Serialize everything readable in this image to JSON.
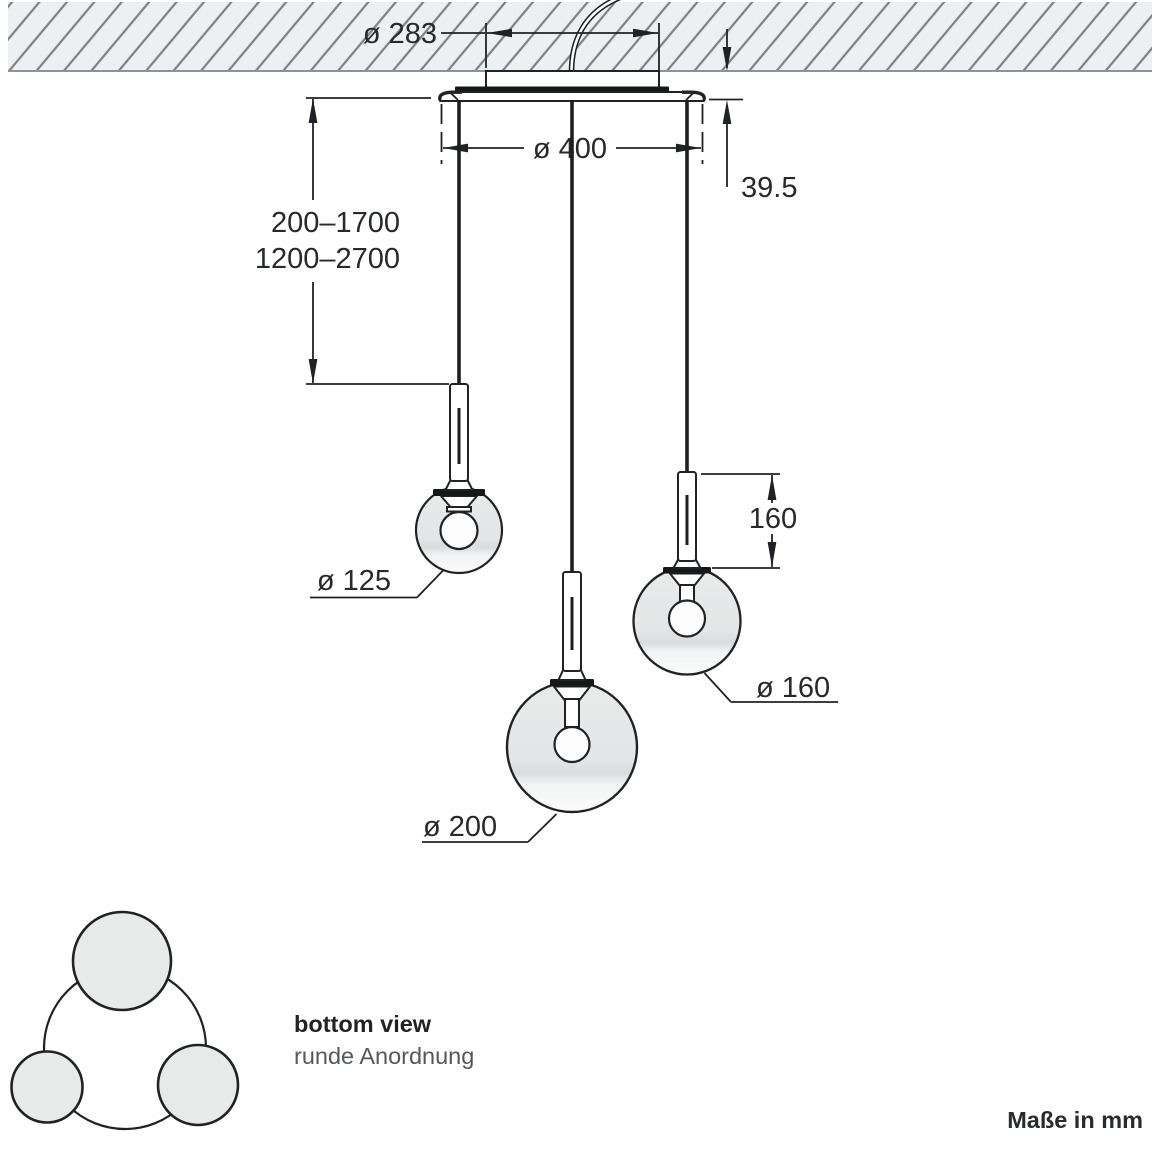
{
  "colors": {
    "line": "#212225",
    "text": "#28292b",
    "muted_text": "#56575b",
    "ceiling_fill": "#edeff0",
    "hatch_line": "#7b8186",
    "ceiling_edge": "#8d9296",
    "globe_fill": "#e7e8e8",
    "globe_fill_bottom": "#fbfbfb",
    "cap_fill": "#17181a",
    "bottom_view_fill": "#e8e9e9"
  },
  "dimensions": {
    "cover_plate_diameter": "ø 283",
    "canopy_diameter": "ø 400",
    "canopy_height": "39.5",
    "cable_range_line1": "200–1700",
    "cable_range_line2": "1200–2700",
    "stem_length": "160"
  },
  "pendant_labels": {
    "small": "ø 125",
    "large": "ø 200",
    "medium": "ø 160"
  },
  "bottom_view": {
    "title": "bottom view",
    "subtitle": "runde Anordnung"
  },
  "footer": {
    "units_note": "Maße in mm"
  }
}
